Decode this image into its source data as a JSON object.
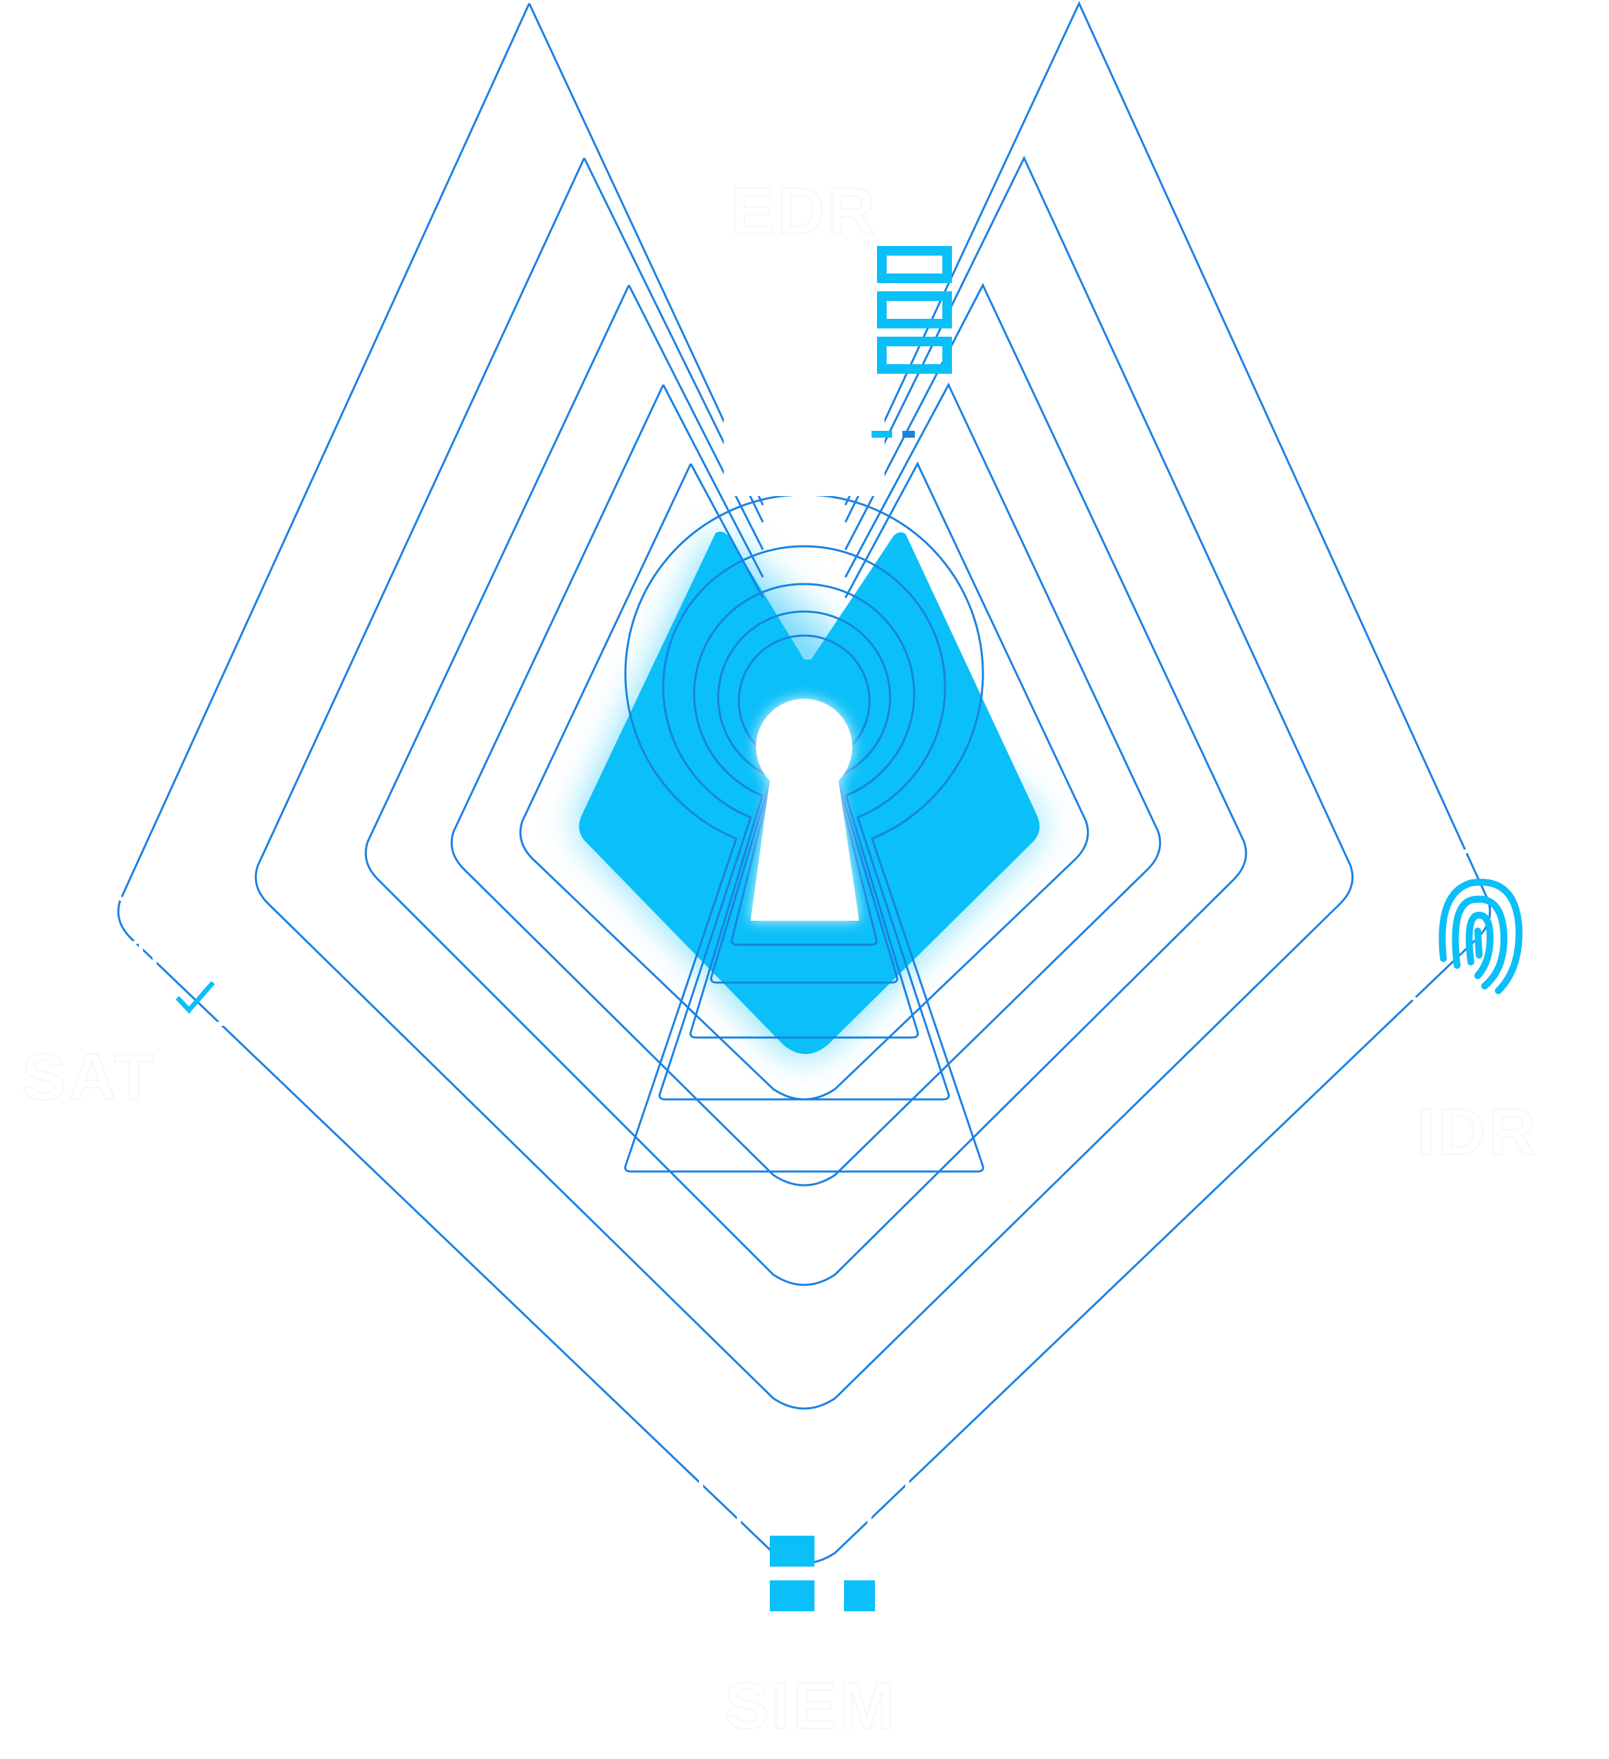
{
  "labels": {
    "top": "EDR",
    "left": "SAT",
    "right": "IDR",
    "bottom": "SIEM"
  },
  "icons": {
    "top": "server-stack-icon",
    "left": "graduation-certificate-icon",
    "right": "fingerprint-icon",
    "bottom": "grid-blocks-icon",
    "center": "keyhole-icon"
  },
  "colors": {
    "line": "#1a82e2",
    "accent": "#0bbff8",
    "glow": "#0bbff8",
    "label": "#ffffff",
    "background": "#ffffff"
  },
  "nested_shield_count": 5,
  "nested_keyhole_count": 5
}
